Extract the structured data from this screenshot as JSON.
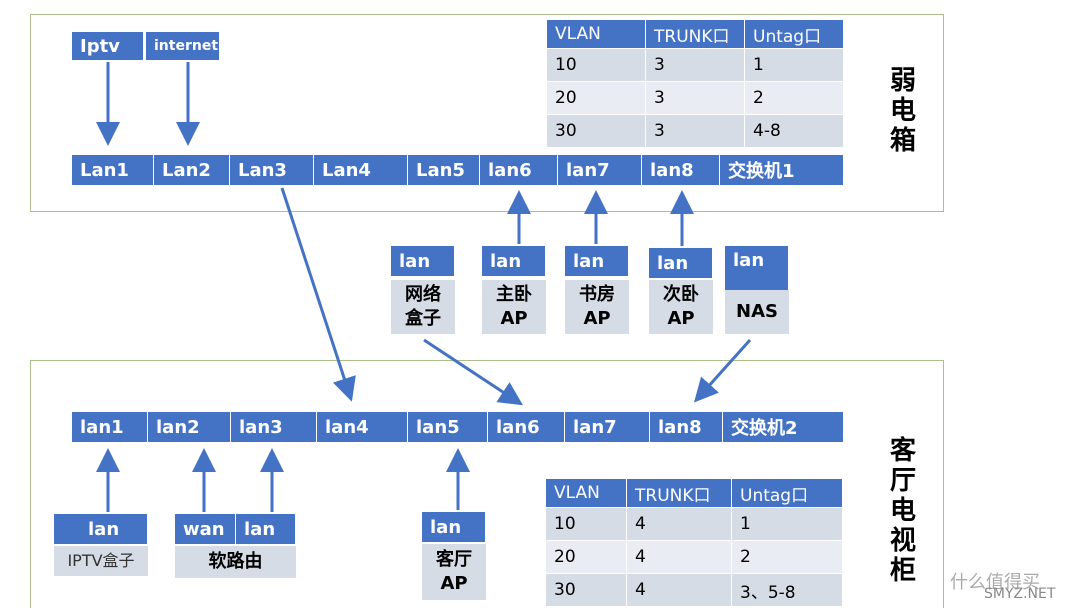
{
  "box_weak": {
    "label": "弱电箱",
    "label_chars": [
      "弱",
      "电",
      "箱"
    ],
    "inputs": [
      "Iptv",
      "internet"
    ],
    "switch_ports": [
      "Lan1",
      "Lan2",
      "Lan3",
      "Lan4",
      "Lan5",
      "lan6",
      "lan7",
      "lan8",
      "交换机1"
    ],
    "vlan_table": {
      "headers": [
        "VLAN",
        "TRUNK口",
        "Untag口"
      ],
      "rows": [
        [
          "10",
          "3",
          "1"
        ],
        [
          "20",
          "3",
          "2"
        ],
        [
          "30",
          "3",
          "4-8"
        ]
      ]
    }
  },
  "middle_devices": [
    {
      "port": "lan",
      "name_lines": [
        "网络",
        "盒子"
      ]
    },
    {
      "port": "lan",
      "name_lines": [
        "主卧",
        "AP"
      ]
    },
    {
      "port": "lan",
      "name_lines": [
        "书房",
        "AP"
      ]
    },
    {
      "port": "lan",
      "name_lines": [
        "次卧",
        "AP"
      ]
    },
    {
      "port": "lan",
      "name_lines": [
        "NAS"
      ]
    }
  ],
  "box_living": {
    "label": "客厅电视柜",
    "label_chars": [
      "客",
      "厅",
      "电",
      "视",
      "柜"
    ],
    "switch_ports": [
      "lan1",
      "lan2",
      "lan3",
      "lan4",
      "lan5",
      "lan6",
      "lan7",
      "lan8",
      "交换机2"
    ],
    "devices": {
      "iptv_box": {
        "port": "lan",
        "name": "IPTV盒子"
      },
      "soft_router": {
        "ports": [
          "wan",
          "lan"
        ],
        "name": "软路由"
      },
      "living_ap": {
        "port": "lan",
        "name_lines": [
          "客厅",
          "AP"
        ]
      }
    },
    "vlan_table": {
      "headers": [
        "VLAN",
        "TRUNK口",
        "Untag口"
      ],
      "rows": [
        [
          "10",
          "4",
          "1"
        ],
        [
          "20",
          "4",
          "2"
        ],
        [
          "30",
          "4",
          "3、5-8"
        ]
      ]
    }
  },
  "watermark": {
    "text": "什么值得买",
    "url": "SMYZ.NET"
  },
  "colors": {
    "port_blue": "#4472c4",
    "grey_fill": "#d6dce5",
    "panel_border": "#a9c08e"
  }
}
